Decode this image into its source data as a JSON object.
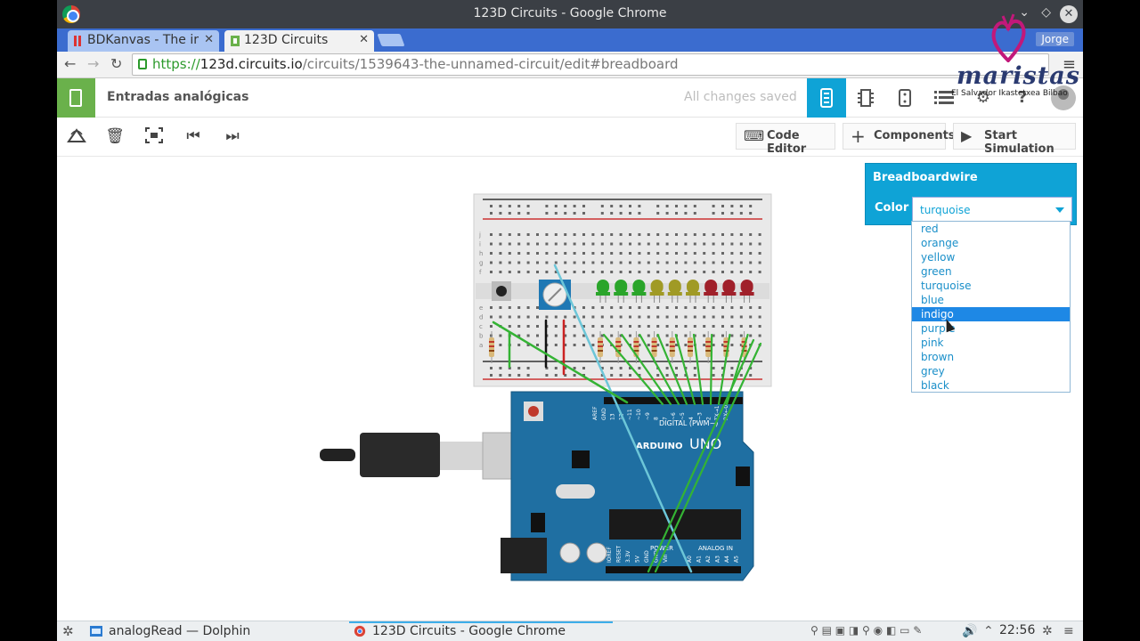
{
  "window": {
    "title": "123D Circuits - Google Chrome"
  },
  "tabs": [
    {
      "label": "BDKanvas - The ir",
      "active": false
    },
    {
      "label": "123D Circuits",
      "active": true
    }
  ],
  "profile": {
    "name": "Jorge"
  },
  "address": {
    "scheme": "https://",
    "host": "123d.circuits.io",
    "path": "/circuits/1539643-the-unnamed-circuit/edit#breadboard"
  },
  "app": {
    "project_name": "Entradas analógicas",
    "save_status": "All changes saved",
    "accent": "#0fa3d6",
    "badge_color": "#6ab14b"
  },
  "toolbar": {
    "code_editor": "Code Editor",
    "components": "Components",
    "start_simulation": "Start Simulation"
  },
  "inspector": {
    "title": "Breadboardwire",
    "color_label": "Color",
    "selected_value": "turquoise",
    "options": [
      "red",
      "orange",
      "yellow",
      "green",
      "turquoise",
      "blue",
      "indigo",
      "purple",
      "pink",
      "brown",
      "grey",
      "black"
    ],
    "highlighted": "indigo"
  },
  "watermark": {
    "brand": "maristas",
    "subtitle": "El Salvador Ikastetxea Bilbao"
  },
  "taskbar": {
    "tasks": [
      {
        "label": "analogRead — Dolphin",
        "active": false
      },
      {
        "label": "123D Circuits - Google Chrome",
        "active": true
      }
    ],
    "clock": "22:56"
  },
  "board": {
    "arduino_brand": "ARDUINO",
    "arduino_model": "UNO",
    "digital_label": "DIGITAL (PWM~)",
    "power_label": "POWER",
    "analog_label": "ANALOG IN",
    "digital_pins": [
      "AREF",
      "GND",
      "13",
      "12",
      "~11",
      "~10",
      "~9",
      "8",
      "7",
      "~6",
      "~5",
      "4",
      "~3",
      "2",
      "TX→1",
      "RX←0"
    ],
    "power_pins": [
      "IOREF",
      "RESET",
      "3.3V",
      "5V",
      "GND",
      "GND",
      "Vin"
    ],
    "analog_pins": [
      "A0",
      "A1",
      "A2",
      "A3",
      "A4",
      "A5"
    ],
    "led_colors": [
      "#2aa52a",
      "#2aa52a",
      "#2aa52a",
      "#a09a25",
      "#a09a25",
      "#a09a25",
      "#a0202a",
      "#a0202a",
      "#a0202a"
    ],
    "breadboard_row_letters": [
      "j",
      "i",
      "h",
      "g",
      "f",
      "e",
      "d",
      "c",
      "b",
      "a"
    ]
  }
}
